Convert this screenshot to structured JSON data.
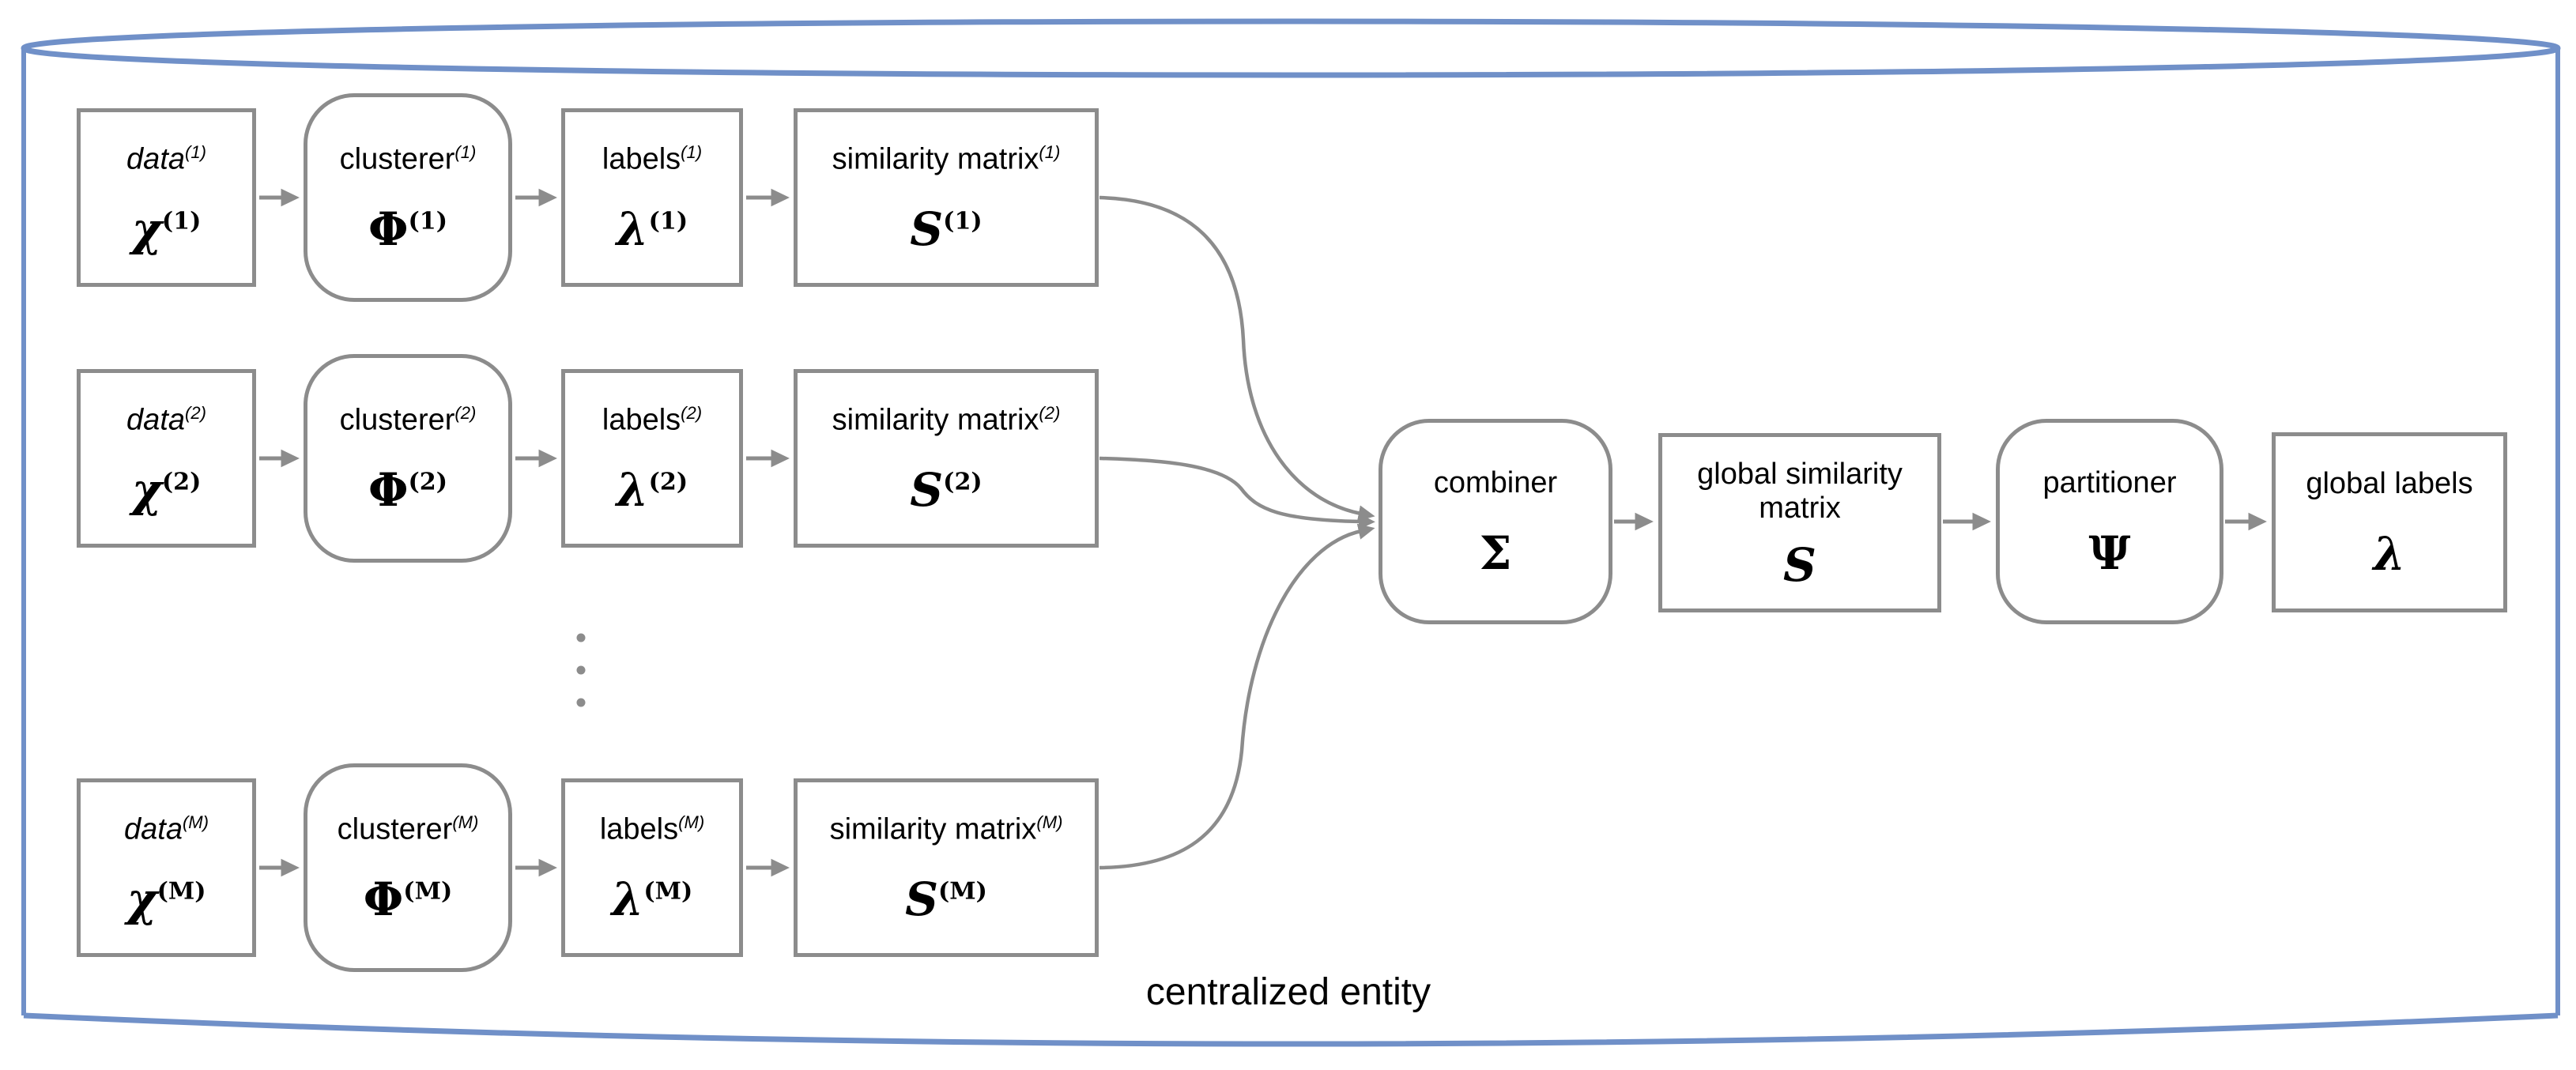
{
  "colors": {
    "cylinder": "#7090c8",
    "line": "#8c8c8c",
    "text": "#000000",
    "background": "#ffffff"
  },
  "container_label": "centralized entity",
  "icons": {
    "vertical_ellipsis": "⋮"
  },
  "rows": [
    {
      "sup": "(1)",
      "data": {
        "label": "data",
        "symbol": "χ"
      },
      "clusterer": {
        "label": "clusterer",
        "symbol": "Φ"
      },
      "labels": {
        "label": "labels",
        "symbol": "λ"
      },
      "similarity": {
        "label": "similarity matrix",
        "symbol": "S"
      }
    },
    {
      "sup": "(2)",
      "data": {
        "label": "data",
        "symbol": "χ"
      },
      "clusterer": {
        "label": "clusterer",
        "symbol": "Φ"
      },
      "labels": {
        "label": "labels",
        "symbol": "λ"
      },
      "similarity": {
        "label": "similarity matrix",
        "symbol": "S"
      }
    },
    {
      "sup": "(M)",
      "data": {
        "label": "data",
        "symbol": "χ"
      },
      "clusterer": {
        "label": "clusterer",
        "symbol": "Φ"
      },
      "labels": {
        "label": "labels",
        "symbol": "λ"
      },
      "similarity": {
        "label": "similarity matrix",
        "symbol": "S"
      }
    }
  ],
  "central": {
    "combiner": {
      "label": "combiner",
      "symbol": "Σ"
    },
    "global_similarity_matrix": {
      "label_line1": "global similarity",
      "label_line2": "matrix",
      "symbol": "S"
    },
    "partitioner": {
      "label": "partitioner",
      "symbol": "Ψ"
    },
    "global_labels": {
      "label": "global labels",
      "symbol": "λ"
    }
  }
}
